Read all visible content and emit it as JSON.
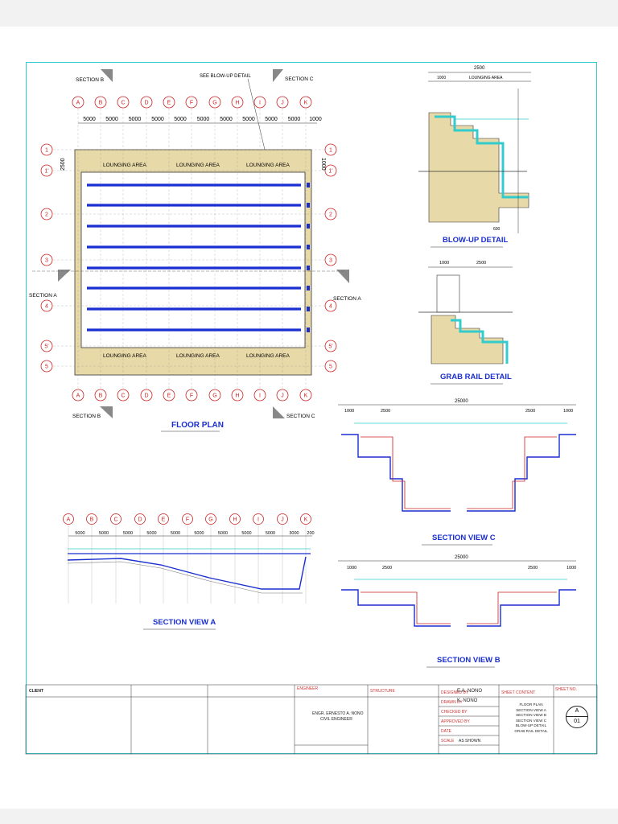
{
  "labels": {
    "floor_plan": "FLOOR PLAN",
    "blow_up": "BLOW-UP DETAIL",
    "grab_rail": "GRAB RAIL DETAIL",
    "section_c": "SECTION VIEW C",
    "section_a": "SECTION VIEW A",
    "section_b": "SECTION VIEW B",
    "see_blow_up": "SEE BLOW-UP DETAIL",
    "lounging": "LOUNGING AREA",
    "sec_b_mark": "SECTION B",
    "sec_c_mark": "SECTION C",
    "sec_a_mark": "SECTION A"
  },
  "grid": {
    "columns": [
      "A",
      "B",
      "C",
      "D",
      "E",
      "F",
      "G",
      "H",
      "I",
      "J",
      "K"
    ],
    "rows": [
      "1",
      "1'",
      "2",
      "3",
      "4",
      "5'",
      "5"
    ],
    "col_dims": [
      "5000",
      "5000",
      "5000",
      "5000",
      "5000",
      "5000",
      "5000",
      "5000",
      "5000",
      "5000",
      "1000"
    ],
    "side_dims": [
      "2500",
      "1000"
    ]
  },
  "blowup": {
    "top_dim": "2500",
    "sub_dims": [
      "1000",
      "LOUNGING AREA"
    ],
    "bottom_dim": "600"
  },
  "grabrail": {
    "dims": [
      "1000",
      "2500"
    ]
  },
  "sectionC": {
    "total": "25000",
    "dims": [
      "1000",
      "2500",
      "2500",
      "1000"
    ]
  },
  "sectionB": {
    "total": "25000",
    "dims": [
      "1000",
      "2500",
      "2500",
      "1000"
    ]
  },
  "sectionA": {
    "dims": [
      "5000",
      "5000",
      "5000",
      "5000",
      "5000",
      "5000",
      "5000",
      "5000",
      "5000",
      "3000",
      "200"
    ]
  },
  "title_block": {
    "client_label": "CLIENT",
    "engineer_label": "ENGINEER",
    "engineer_name": "ENGR. ERNESTO A. NONO",
    "engineer_title": "CIVIL ENGINEER",
    "structure_label": "STRUCTURE",
    "designed_label": "DESIGNED BY",
    "designed_value": "E.A. NONO",
    "drawn_label": "DRAWN BY",
    "drawn_value": "K. NONO",
    "checked_label": "CHECKED BY",
    "approved_label": "APPROVED BY",
    "date_label": "DATE",
    "scale_label": "SCALE",
    "scale_value": "AS SHOWN",
    "content_label": "SHEET CONTENT",
    "contents": [
      "FLOOR PLAN",
      "SECTION VIEW A",
      "SECTION VIEW B",
      "SECTION VIEW C",
      "BLOW-UP DETAIL",
      "GRAB RAIL DETAIL"
    ],
    "sheet_label": "SHEET NO.",
    "sheet_letter": "A",
    "sheet_num": "01"
  },
  "colors": {
    "accent_blue": "#1a2fd0",
    "frame": "#33cccc",
    "deck": "#e8d9a8",
    "water": "#33cccc"
  }
}
